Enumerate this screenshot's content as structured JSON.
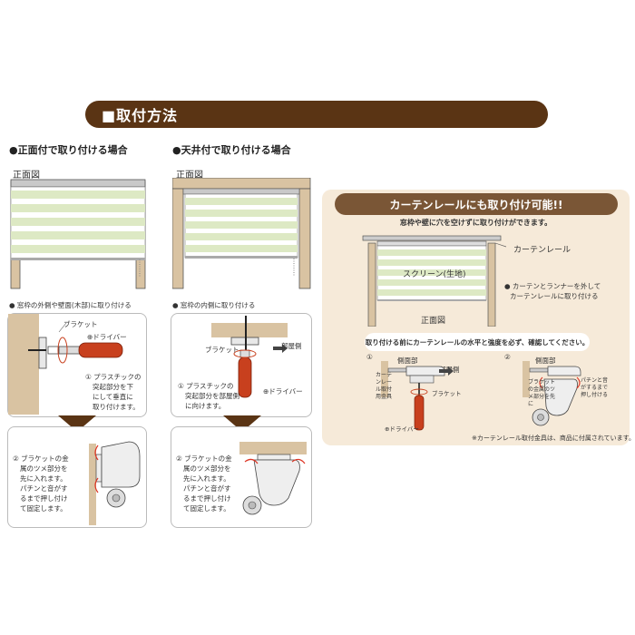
{
  "page": {
    "title": "■取付方法"
  },
  "front_mount": {
    "heading": "●正面付で取り付ける場合",
    "view_label": "正面図",
    "step_caption": "● 窓枠の外側や壁面(木部)に取り付ける",
    "bracket_label": "ブラケット",
    "driver_label": "⊕ドライバー",
    "step1": [
      "①  プラスチックの",
      "突起部分を下",
      "にして垂直に",
      "取り付けます。"
    ],
    "step2": [
      "②  ブラケットの金",
      "属のツメ部分を",
      "先に入れます。",
      "パチンと音がす",
      "るまで押し付け",
      "て固定します。"
    ]
  },
  "ceiling_mount": {
    "heading": "●天井付で取り付ける場合",
    "view_label": "正面図",
    "step_caption": "● 窓枠の内側に取り付ける",
    "bracket_label": "ブラケット",
    "room_side_label": "部屋側",
    "driver_label": "⊕ドライバー",
    "step1": [
      "①  プラスチックの",
      "突起部分を部屋側",
      "に向けます。"
    ],
    "step2": [
      "②  ブラケットの金",
      "属のツメ部分を",
      "先に入れます。",
      "パチンと音がす",
      "るまで押し付け",
      "て固定します。"
    ]
  },
  "rail_panel": {
    "heading": "カーテンレールにも取り付け可能!!",
    "subheading": "窓枠や壁に穴を空けずに取り付けができます。",
    "rail_label": "カーテンレール",
    "screen_label": "スクリーン(生地)",
    "remove_note": [
      "● カーテンとランナーを外して",
      "カーテンレールに取り付ける"
    ],
    "view_label": "正面図",
    "notice": "取り付ける前にカーテンレールの水平と強度を必ず、確認してください。",
    "step1_num": "①",
    "step1_side": "側面部",
    "step1_room": "部屋側",
    "step1_rail": "カーテンレール取付用金具",
    "step1_bracket": "ブラケット",
    "step1_driver": "⊕ドライバー",
    "step2_num": "②",
    "step2_side": "側面部",
    "step2_bracket": "ブラケットの金属のツメ部分を先に",
    "step2_push": "パチンと音がするまで押し付ける",
    "footnote": "※カーテンレール取付金具は、商品に付属されています。"
  },
  "colors": {
    "brown_dark": "#5a3414",
    "brown_panel": "#7a5636",
    "panel_bg": "#f6ead9",
    "wood": "#d9c3a2",
    "stripe_green": "#dde9c4",
    "driver_red": "#c8401e"
  }
}
